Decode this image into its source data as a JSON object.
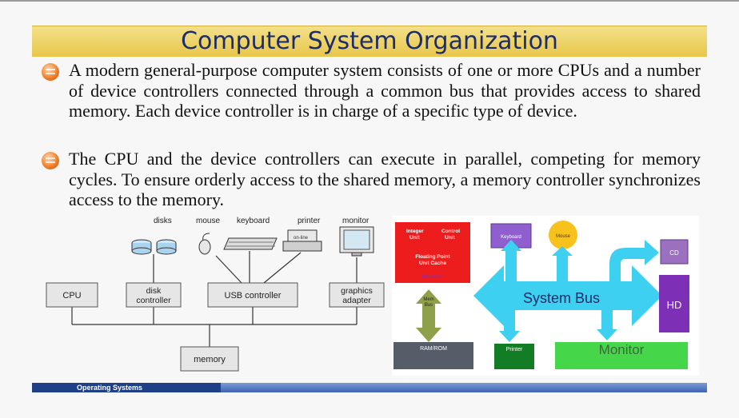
{
  "title": "Computer System Organization",
  "bullets": [
    "A modern general-purpose computer system consists of one or more CPUs and a number of device controllers connected through a common bus that provides access to shared memory. Each device controller is in charge of a specific type of device.",
    "The CPU and the device controllers can execute in parallel, competing for memory cycles. To ensure orderly access to the shared memory, a memory controller synchronizes access to the memory."
  ],
  "diagram_left": {
    "devices": {
      "disks": "disks",
      "mouse": "mouse",
      "keyboard": "keyboard",
      "printer": "printer",
      "monitor": "monitor",
      "printer_panel": "on-line"
    },
    "boxes": {
      "cpu": "CPU",
      "disk_controller_1": "disk",
      "disk_controller_2": "controller",
      "usb_controller": "USB controller",
      "graphics_adapter_1": "graphics",
      "graphics_adapter_2": "adapter",
      "memory": "memory"
    }
  },
  "diagram_right": {
    "processor": {
      "integer_unit_1": "Integer",
      "integer_unit_2": "Unit",
      "control_unit_1": "Control",
      "control_unit_2": "Unit",
      "fpu_1": "Floating Point",
      "fpu_2": "Unit Cache",
      "label": "Processor"
    },
    "keyboard": "Keyboard",
    "mouse": "Mouse",
    "cd": "CD",
    "hd": "HD",
    "system_bus": "System Bus",
    "mem_bus_1": "Mem",
    "mem_bus_2": "Bus",
    "ram_rom": "RAM/ROM",
    "printer": "Printer",
    "monitor": "Monitor",
    "colors": {
      "processor": "#ee1d1d",
      "keyboard": "#8f5fcf",
      "mouse": "#f7c21c",
      "cd": "#9b70bf",
      "hd": "#7d2fb5",
      "bus": "#3ed0f0",
      "ram": "#565c68",
      "printer": "#137d25",
      "monitor": "#46d64a",
      "mem_bus_arrow": "#8fa04a"
    }
  },
  "footer": {
    "label": "Operating Systems"
  }
}
